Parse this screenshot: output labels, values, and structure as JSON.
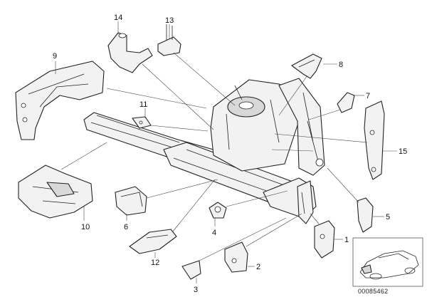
{
  "callouts": [
    {
      "id": "1",
      "label": "1"
    },
    {
      "id": "2",
      "label": "2"
    },
    {
      "id": "3",
      "label": "3"
    },
    {
      "id": "4",
      "label": "4"
    },
    {
      "id": "5",
      "label": "5"
    },
    {
      "id": "6",
      "label": "6"
    },
    {
      "id": "7",
      "label": "7"
    },
    {
      "id": "8",
      "label": "8"
    },
    {
      "id": "9",
      "label": "9"
    },
    {
      "id": "10",
      "label": "10"
    },
    {
      "id": "11",
      "label": "11"
    },
    {
      "id": "12",
      "label": "12"
    },
    {
      "id": "13",
      "label": "13"
    },
    {
      "id": "14",
      "label": "14"
    },
    {
      "id": "15",
      "label": "15"
    }
  ],
  "footer": {
    "document_number": "00085462"
  },
  "colors": {
    "line": "#222222",
    "fill": "#f2f2f2",
    "background": "#ffffff"
  }
}
